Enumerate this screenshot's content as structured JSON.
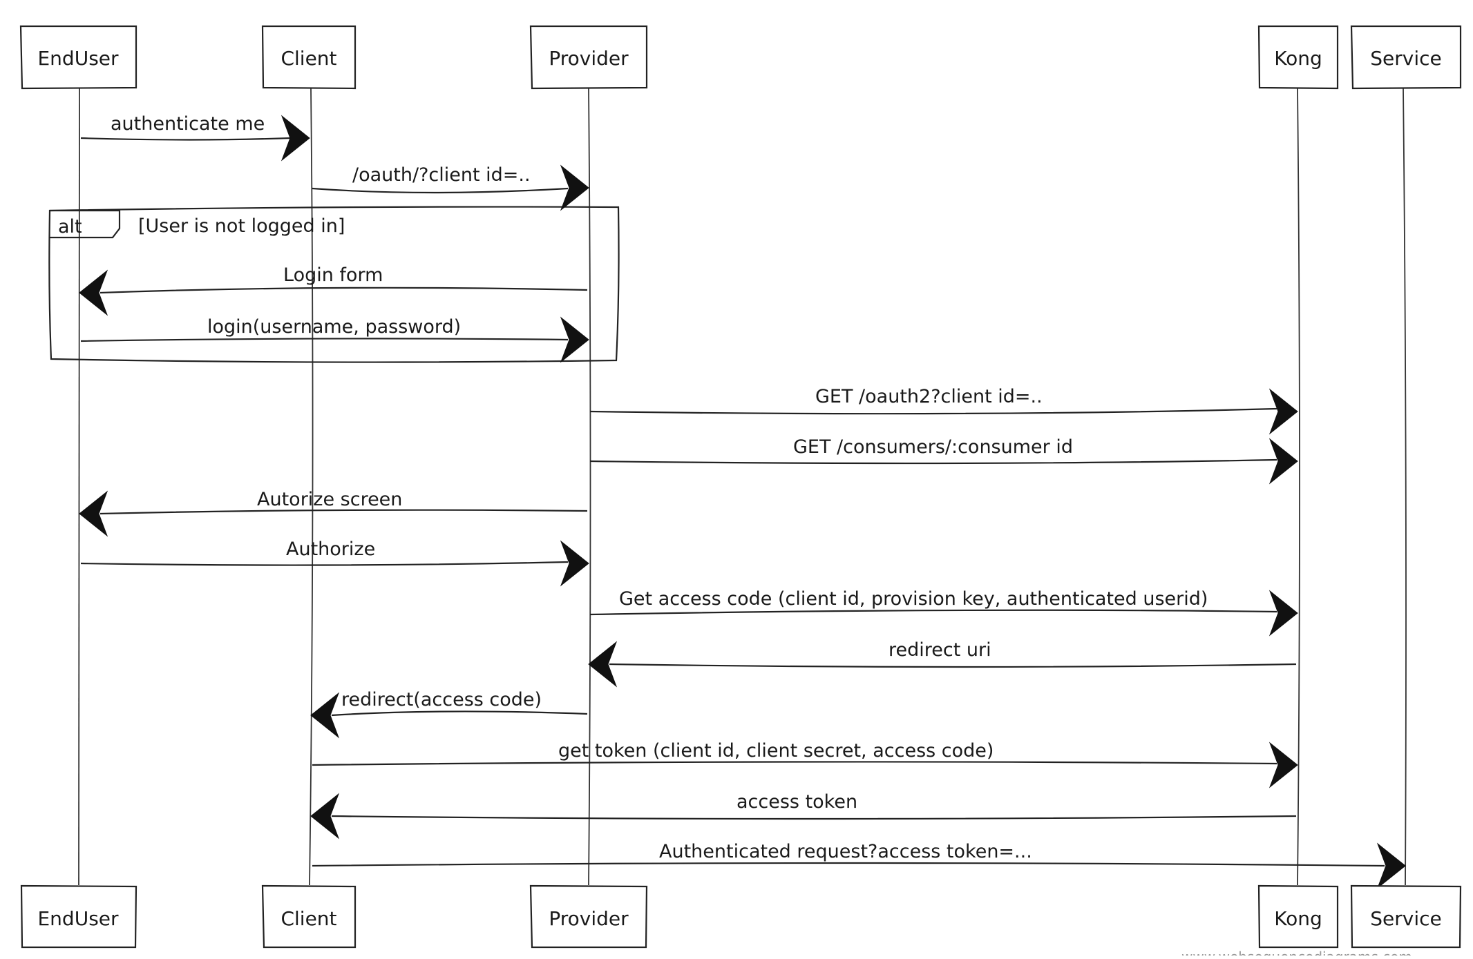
{
  "diagram": {
    "participants": [
      {
        "id": "enduser",
        "label": "EndUser"
      },
      {
        "id": "client",
        "label": "Client"
      },
      {
        "id": "provider",
        "label": "Provider"
      },
      {
        "id": "kong",
        "label": "Kong"
      },
      {
        "id": "service",
        "label": "Service"
      }
    ],
    "alt_frame": {
      "tag": "alt",
      "condition": "[User is not logged in]"
    },
    "messages": [
      {
        "from": "enduser",
        "to": "client",
        "label": "authenticate me"
      },
      {
        "from": "client",
        "to": "provider",
        "label": "/oauth/?client id=.."
      },
      {
        "from": "provider",
        "to": "enduser",
        "label": "Login form"
      },
      {
        "from": "enduser",
        "to": "provider",
        "label": "login(username, password)"
      },
      {
        "from": "provider",
        "to": "kong",
        "label": "GET /oauth2?client id=.."
      },
      {
        "from": "provider",
        "to": "kong",
        "label": "GET /consumers/:consumer id"
      },
      {
        "from": "provider",
        "to": "enduser",
        "label": "Autorize screen"
      },
      {
        "from": "enduser",
        "to": "provider",
        "label": "Authorize"
      },
      {
        "from": "provider",
        "to": "kong",
        "label": "Get access code (client id, provision key, authenticated userid)"
      },
      {
        "from": "kong",
        "to": "provider",
        "label": "redirect uri"
      },
      {
        "from": "provider",
        "to": "client",
        "label": "redirect(access code)"
      },
      {
        "from": "client",
        "to": "kong",
        "label": "get token (client id, client secret, access code)"
      },
      {
        "from": "kong",
        "to": "client",
        "label": "access token"
      },
      {
        "from": "client",
        "to": "service",
        "label": "Authenticated request?access token=..."
      }
    ],
    "watermark": "www.websequencediagrams.com"
  }
}
